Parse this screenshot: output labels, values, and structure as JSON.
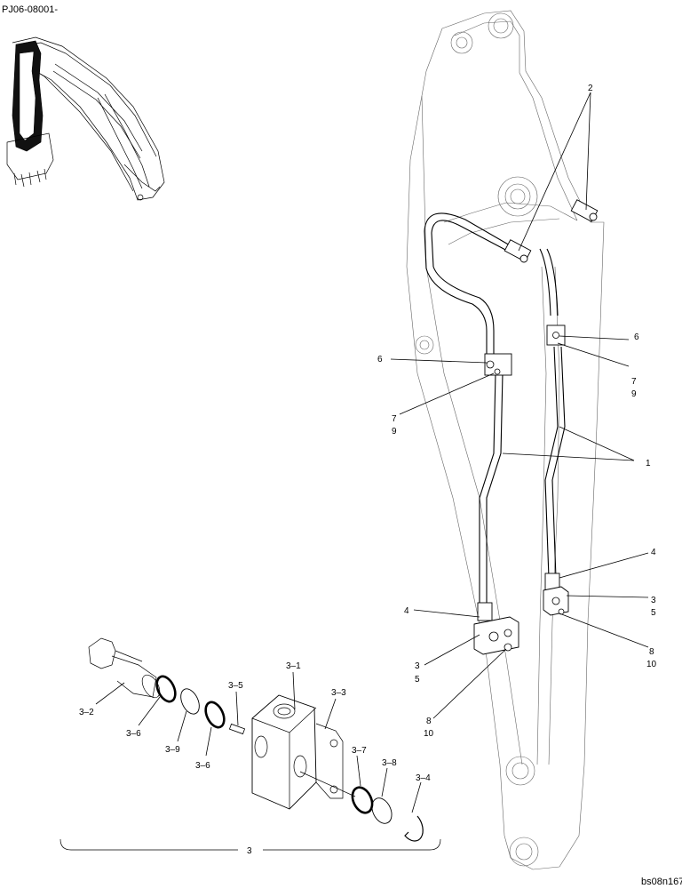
{
  "header": {
    "document_code": "PJ06-08001-"
  },
  "footer": {
    "illustration_code": "bs08n167"
  },
  "callouts": {
    "c1": "1",
    "c2": "2",
    "c3_top": "3",
    "c5_top": "5",
    "c3_bottom": "3",
    "c5_bottom": "5",
    "c4_top": "4",
    "c4_bottom": "4",
    "c6_right": "6",
    "c6_left": "6",
    "c7_right": "7",
    "c9_right": "9",
    "c7_left": "7",
    "c9_left": "9",
    "c8_right": "8",
    "c10_right": "10",
    "c8_left": "8",
    "c10_left": "10",
    "sub_3_1": "3–1",
    "sub_3_2": "3–2",
    "sub_3_3": "3–3",
    "sub_3_4": "3–4",
    "sub_3_5": "3–5",
    "sub_3_6_a": "3–6",
    "sub_3_6_b": "3–6",
    "sub_3_7": "3–7",
    "sub_3_8": "3–8",
    "sub_3_9": "3–9",
    "assembly_3": "3"
  }
}
